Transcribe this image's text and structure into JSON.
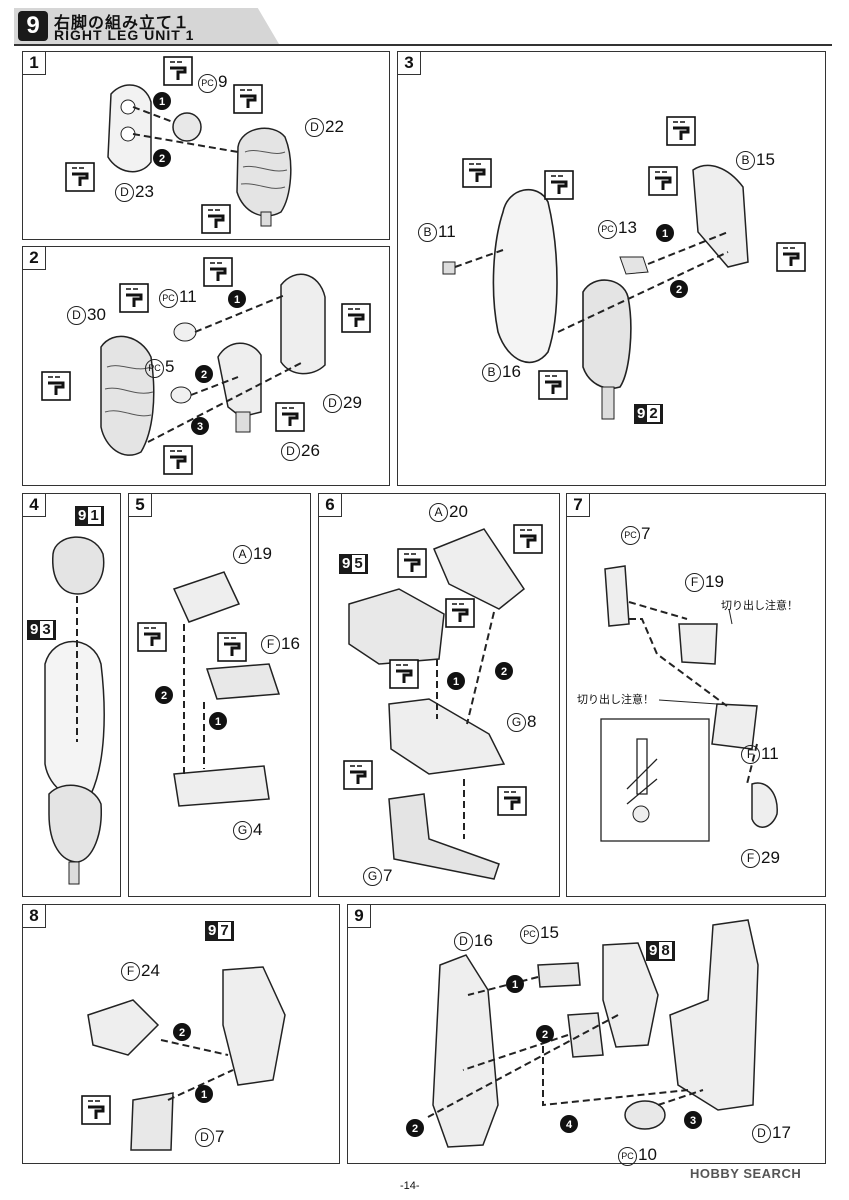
{
  "header": {
    "step_number": "9",
    "title_jp": "右脚の組み立て１",
    "title_en": "RIGHT LEG UNIT 1"
  },
  "steps": [
    {
      "num": "1",
      "labels": [
        {
          "prefix": "PC",
          "num": "9"
        },
        {
          "prefix": "D",
          "num": "22"
        },
        {
          "prefix": "D",
          "num": "23"
        }
      ],
      "seq": [
        "1",
        "2"
      ]
    },
    {
      "num": "2",
      "labels": [
        {
          "prefix": "D",
          "num": "30"
        },
        {
          "prefix": "PC",
          "num": "11"
        },
        {
          "prefix": "PC",
          "num": "5"
        },
        {
          "prefix": "D",
          "num": "29"
        },
        {
          "prefix": "D",
          "num": "26"
        }
      ],
      "seq": [
        "1",
        "2",
        "3"
      ]
    },
    {
      "num": "3",
      "labels": [
        {
          "prefix": "B",
          "num": "15"
        },
        {
          "prefix": "B",
          "num": "11"
        },
        {
          "prefix": "PC",
          "num": "13"
        },
        {
          "prefix": "B",
          "num": "16"
        }
      ],
      "refs": [
        {
          "a": "9",
          "b": "2"
        }
      ],
      "seq": [
        "1",
        "2"
      ]
    },
    {
      "num": "4",
      "refs": [
        {
          "a": "9",
          "b": "1"
        },
        {
          "a": "9",
          "b": "3"
        }
      ]
    },
    {
      "num": "5",
      "labels": [
        {
          "prefix": "A",
          "num": "19"
        },
        {
          "prefix": "F",
          "num": "16"
        },
        {
          "prefix": "G",
          "num": "4"
        }
      ],
      "seq": [
        "2",
        "1"
      ]
    },
    {
      "num": "6",
      "labels": [
        {
          "prefix": "A",
          "num": "20"
        },
        {
          "prefix": "G",
          "num": "8"
        },
        {
          "prefix": "G",
          "num": "7"
        }
      ],
      "refs": [
        {
          "a": "9",
          "b": "5"
        }
      ],
      "seq": [
        "1",
        "2"
      ]
    },
    {
      "num": "7",
      "labels": [
        {
          "prefix": "PC",
          "num": "7"
        },
        {
          "prefix": "F",
          "num": "19"
        },
        {
          "prefix": "F",
          "num": "11"
        },
        {
          "prefix": "F",
          "num": "29"
        }
      ],
      "notes": [
        "切り出し注意！",
        "切り出し注意！"
      ]
    },
    {
      "num": "8",
      "labels": [
        {
          "prefix": "F",
          "num": "24"
        },
        {
          "prefix": "D",
          "num": "7"
        }
      ],
      "refs": [
        {
          "a": "9",
          "b": "7"
        }
      ],
      "seq": [
        "2",
        "1"
      ]
    },
    {
      "num": "9",
      "labels": [
        {
          "prefix": "D",
          "num": "16"
        },
        {
          "prefix": "PC",
          "num": "15"
        },
        {
          "prefix": "D",
          "num": "17"
        },
        {
          "prefix": "PC",
          "num": "10"
        }
      ],
      "refs": [
        {
          "a": "9",
          "b": "8"
        }
      ],
      "seq": [
        "1",
        "2",
        "2",
        "3",
        "4"
      ]
    }
  ],
  "icons": {
    "nub_cut": "nub-trim-icon"
  },
  "footer": {
    "page": "-14-",
    "watermark": "HOBBY SEARCH"
  }
}
